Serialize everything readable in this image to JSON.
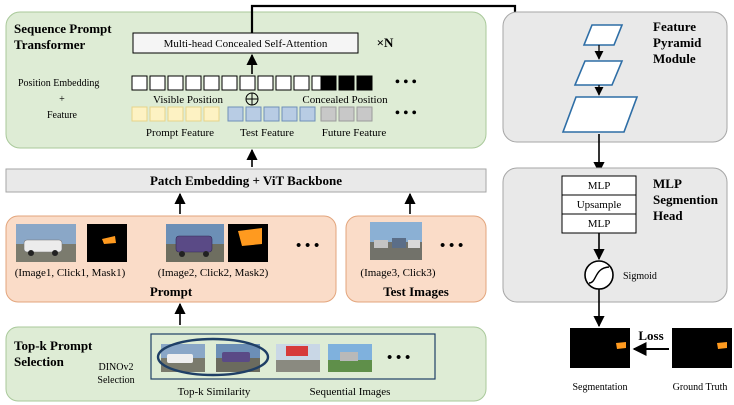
{
  "colors": {
    "green_panel": "#deecd5",
    "green_stroke": "#a9c99a",
    "orange_panel": "#fadcc8",
    "orange_stroke": "#e3a57c",
    "gray_panel": "#e9e9e9",
    "gray_stroke": "#a6a6a6",
    "blue_cell": "#b8cce4",
    "blue_cell_stroke": "#6f8fb8",
    "yellow_cell": "#fdf2c3",
    "yellow_cell_stroke": "#e6d48a",
    "future_cell": "#c8c8c8",
    "accent_blue": "#2e6ea6",
    "rounded_box_fill": "#f5f5f5"
  },
  "transformer": {
    "title_line1": "Sequence Prompt",
    "title_line2": "Transformer",
    "attention_label": "Multi-head Concealed Self-Attention",
    "repeat_label": "×N",
    "position_label_line1": "Position  Embedding",
    "position_label_line2": "+",
    "position_label_line3": "Feature",
    "visible_position_label": "Visible Position",
    "plus_symbol": "⊕",
    "concealed_position_label": "Concealed Position",
    "prompt_feature_label": "Prompt Feature",
    "test_feature_label": "Test Feature",
    "future_feature_label": "Future Feature",
    "ellipsis": "• • •"
  },
  "backbone": {
    "label": "Patch Embedding + ViT Backbone"
  },
  "prompt": {
    "title": "Prompt",
    "pair1_caption": "(Image1,  Click1,  Mask1)",
    "pair2_caption": "(Image2,  Click2,  Mask2)",
    "ellipsis": "• • •"
  },
  "test_images": {
    "title": "Test Images",
    "caption": "(Image3,  Click3)",
    "ellipsis": "• • •"
  },
  "topk": {
    "title_line1": "Top-k Prompt",
    "title_line2": "Selection",
    "dinov2_line1": "DINOv2",
    "dinov2_line2": "Selection",
    "topk_similarity_label": "Top-k Similarity",
    "sequential_label": "Sequential Images",
    "ellipsis": "• • •"
  },
  "fpn": {
    "title_line1": "Feature",
    "title_line2": "Pyramid",
    "title_line3": "Module"
  },
  "mlp_head": {
    "title_line1": "MLP",
    "title_line2": "Segmention",
    "title_line3": "Head",
    "block1": "MLP",
    "block2": "Upsample",
    "block3": "MLP",
    "sigmoid_label": "Sigmoid"
  },
  "outputs": {
    "loss_label": "Loss",
    "segmentation_label": "Segmentation",
    "ground_truth_label": "Ground Truth"
  }
}
